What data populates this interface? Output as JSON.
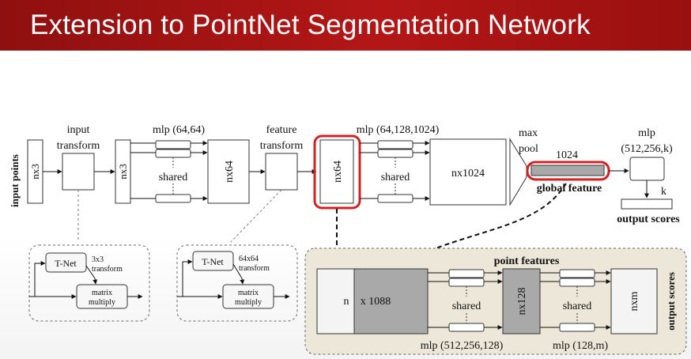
{
  "slide": {
    "title": "Extension to PointNet Segmentation Network"
  },
  "diagram": {
    "input_points": "input points",
    "nx3_a": "nx3",
    "input_transform_1": "input",
    "input_transform_2": "transform",
    "nx3_b": "nx3",
    "mlp_64": "mlp (64,64)",
    "shared_1": "shared",
    "nx64_a": "nx64",
    "feature_transform_1": "feature",
    "feature_transform_2": "transform",
    "nx64_b": "nx64",
    "mlp_1024": "mlp (64,128,1024)",
    "shared_2": "shared",
    "nx1024": "nx1024",
    "max_pool_1": "max",
    "max_pool_2": "pool",
    "size_1024": "1024",
    "global_feature": "global feature",
    "mlp_k_1": "mlp",
    "mlp_k_2": "(512,256,k)",
    "k": "k",
    "output_scores_cls": "output scores",
    "tnet_1": "T-Net",
    "transform_3x3_1": "3x3",
    "transform_3x3_2": "transform",
    "matrix_multiply_1a": "matrix",
    "matrix_multiply_1b": "multiply",
    "tnet_2": "T-Net",
    "transform_64_1": "64x64",
    "transform_64_2": "transform",
    "matrix_multiply_2a": "matrix",
    "matrix_multiply_2b": "multiply",
    "point_features": "point features",
    "n_label": "n",
    "x1088": "x 1088",
    "shared_3": "shared",
    "nx128": "nx128",
    "shared_4": "shared",
    "nxm": "nxm",
    "output_scores_seg": "output scores",
    "mlp_512_128": "mlp (512,256,128)",
    "mlp_128_m": "mlp (128,m)"
  },
  "colors": {
    "header": "#a81313",
    "highlight": "#d42020",
    "seg_panel": "#ece7d8",
    "dark_block": "#a9a9a9"
  }
}
